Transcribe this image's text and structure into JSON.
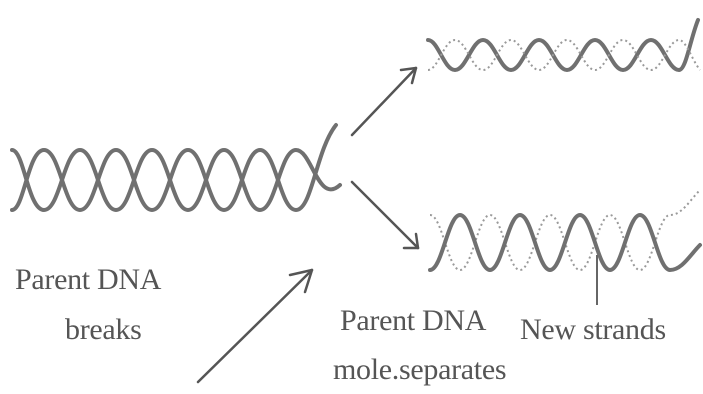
{
  "labels": {
    "parent_breaks_line1": "Parent DNA",
    "parent_breaks_line2": "breaks",
    "parent_separates_line1": "Parent DNA",
    "parent_separates_line2": "mole.separates",
    "new_strands": "New strands"
  },
  "colors": {
    "parent_strand": "#707070",
    "new_strand": "#9a9a9a",
    "arrow": "#555555",
    "text": "#555555"
  }
}
